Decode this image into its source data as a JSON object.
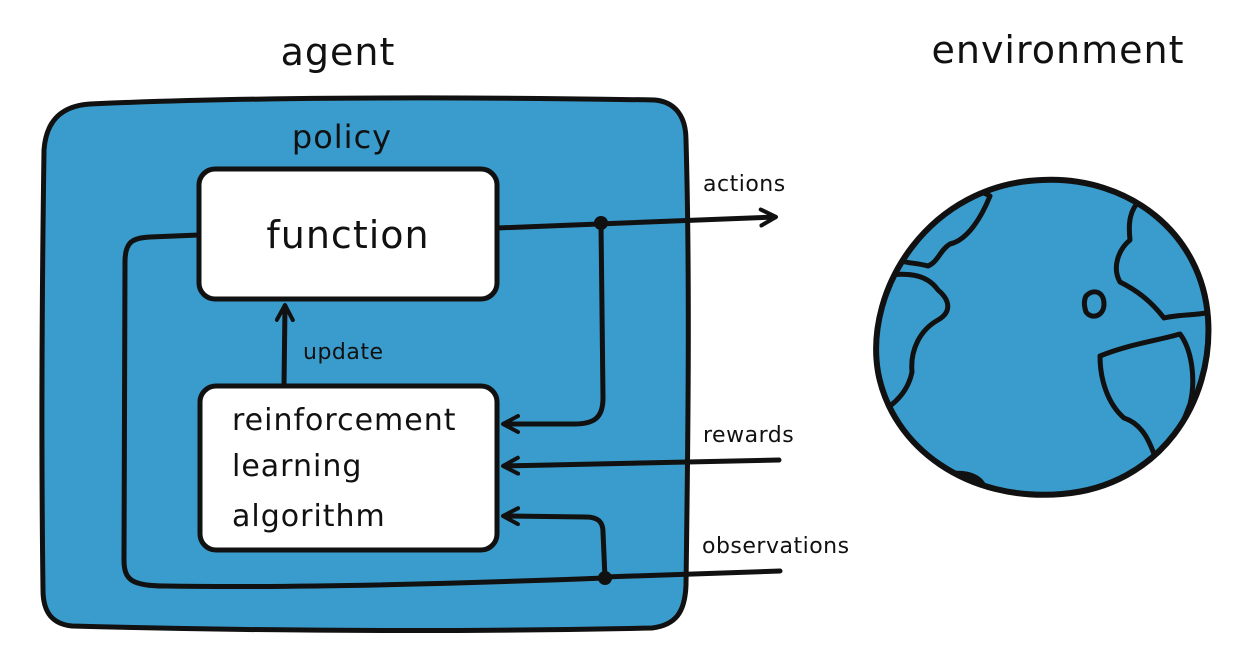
{
  "labels": {
    "agent": "agent",
    "environment": "environment",
    "policy": "policy",
    "function": "function",
    "update": "update",
    "algorithm_line1": "reinforcement",
    "algorithm_line2": "learning",
    "algorithm_line3": "algorithm",
    "actions": "actions",
    "rewards": "rewards",
    "observations": "observations"
  },
  "colors": {
    "agent_fill": "#3a9ccc",
    "globe_ocean": "#3a9ccc",
    "globe_land": "#2a6595",
    "box_fill": "#ffffff",
    "ink": "#111111"
  },
  "icons": {
    "environment": "earth-globe-icon"
  }
}
